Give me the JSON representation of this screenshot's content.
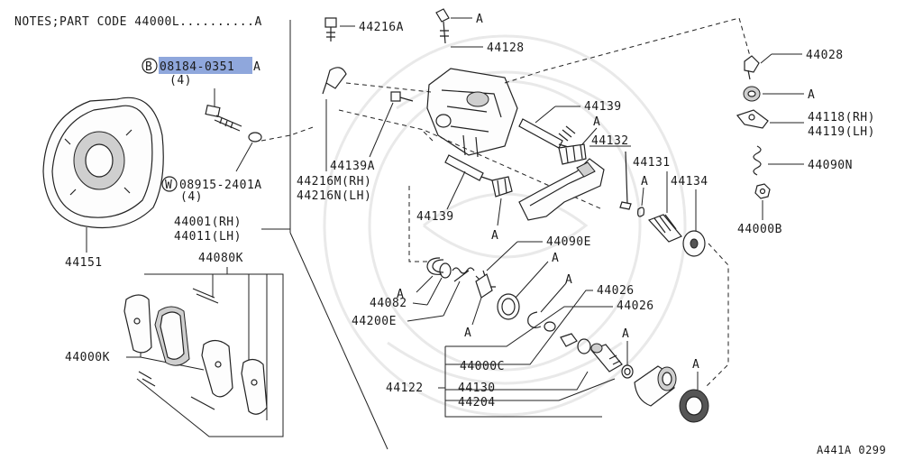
{
  "notes": "NOTES;PART CODE 44000L..........A",
  "figure_code": "A441A 0299",
  "bolt_callout": {
    "circle_letter": "B",
    "part_no": "08184-0351",
    "suffix": "A",
    "qty": "(4)"
  },
  "washer_callout": {
    "circle_letter": "W",
    "part_no": "08915-2401A",
    "qty": "(4)"
  },
  "labels": {
    "l44216A": "44216A",
    "l44128": "44128",
    "l44028": "44028",
    "l44139_top": "44139",
    "l44132": "44132",
    "l44131": "44131",
    "l44134": "44134",
    "l44118": "44118(RH)",
    "l44119": "44119(LH)",
    "l44090N": "44090N",
    "l44000B": "44000B",
    "l44139A": "44139A",
    "l44216M": "44216M(RH)",
    "l44216N": "44216N(LH)",
    "l44139_mid": "44139",
    "l44001": "44001(RH)",
    "l44011": "44011(LH)",
    "l44151": "44151",
    "l44080K": "44080K",
    "l44000K": "44000K",
    "l44090E": "44090E",
    "l44082": "44082",
    "l44200E": "44200E",
    "l44026a": "44026",
    "l44026b": "44026",
    "l44000C": "44000C",
    "l44122": "44122",
    "l44130": "44130",
    "l44204": "44204"
  },
  "marker_letter": "A"
}
